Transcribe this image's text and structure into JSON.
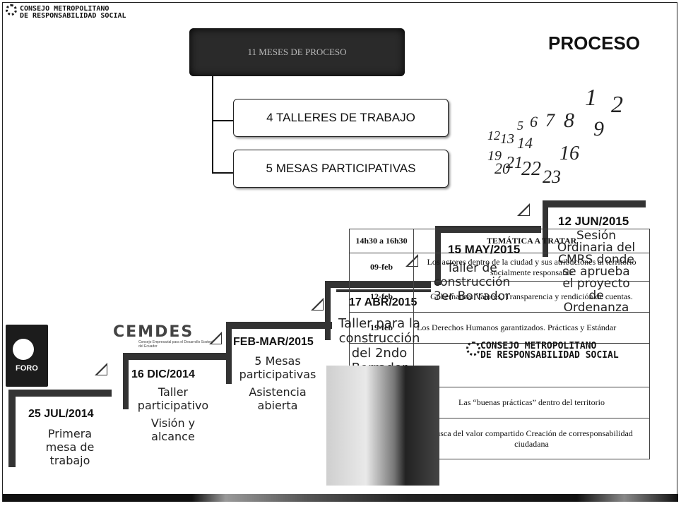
{
  "header": {
    "org_line1": "CONSEJO METROPOLITANO",
    "org_line2": "DE RESPONSABILIDAD SOCIAL",
    "title_box": "11 MESES DE PROCESO",
    "section_title": "PROCESO"
  },
  "process_boxes": [
    {
      "label": "4 TALLERES DE TRABAJO"
    },
    {
      "label": "5 MESAS PARTICIPATIVAS"
    }
  ],
  "calendar_numbers": [
    "1",
    "2",
    "5",
    "6",
    "7",
    "8",
    "9",
    "12",
    "13",
    "14",
    "16",
    "19",
    "20",
    "21",
    "22",
    "23"
  ],
  "timeline": [
    {
      "date": "25 JUL/2014",
      "lines": [
        "Primera",
        "mesa de",
        "trabajo"
      ]
    },
    {
      "date": "16 DIC/2014",
      "lines": [
        "Taller",
        "participativo"
      ],
      "extra": [
        "Visión y",
        "alcance"
      ]
    },
    {
      "date": "FEB-MAR/2015",
      "lines": [
        "5 Mesas",
        "participativas"
      ],
      "extra": [
        "Asistencia",
        "abierta"
      ]
    },
    {
      "date": "17 ABR/2015",
      "lines": [
        "Taller para la",
        "construcción",
        "del 2ndo",
        "Borrador"
      ]
    },
    {
      "date": "15 MAY/2015",
      "lines": [
        "Taller de",
        "construcción",
        "3er Borrador"
      ]
    },
    {
      "date": "12 JUN/2015",
      "lines": [
        "Sesión",
        "Ordinaria del",
        "CMRS donde",
        "se aprueba",
        "el proyecto",
        "de",
        "Ordenanza"
      ]
    }
  ],
  "agenda": {
    "header_time": "14h30 a 16h30",
    "header_topic": "TEMÁTICA A TRATAR",
    "rows": [
      {
        "date": "09-feb",
        "topic": "Los actores dentro de la ciudad y sus atribuciones al territorio socialmente responsable"
      },
      {
        "date": "12-feb",
        "topic": "Gobernanza. Valores, Transparencia y rendición de cuentas."
      },
      {
        "date": "19-feb",
        "topic": "Los Derechos Humanos garantizados. Prácticas y Estándar"
      },
      {
        "date": "",
        "topic": "Las “buenas prácticas” dentro del territorio"
      },
      {
        "date": "",
        "topic": "Busca del valor compartido Creación de corresponsabilidad ciudadana"
      }
    ]
  },
  "logos": {
    "foro": "FORO",
    "cemdes": "CEMDES",
    "cemdes_sub": "Consejo Empresarial para el Desarrollo Sostenible del Ecuador",
    "cmrs_line1": "CONSEJO METROPOLITANO",
    "cmrs_line2": "DE RESPONSABILIDAD SOCIAL"
  }
}
